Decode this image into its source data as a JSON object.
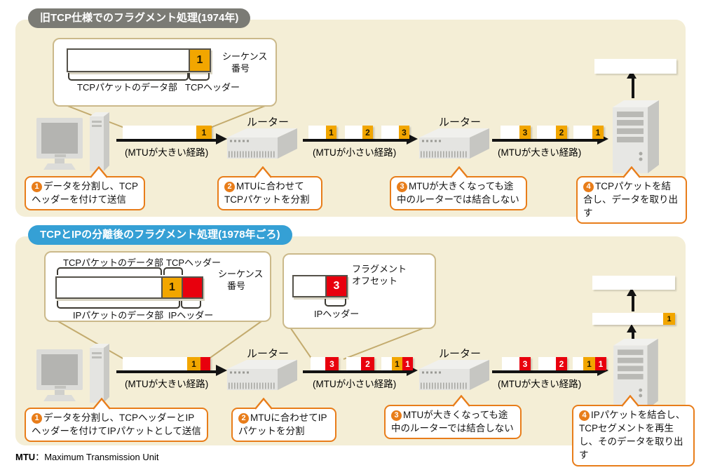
{
  "footnote": {
    "term": "MTU",
    "separator": "：",
    "definition": "Maximum Transmission Unit"
  },
  "colors": {
    "panel_bg": "#f4eed6",
    "tcp_header_orange": "#f2a600",
    "ip_header_red": "#e8000d",
    "callout_orange": "#e87d1a",
    "title1_gray": "#7b7b75",
    "title2_blue": "#35a0d5",
    "connector_tan": "#c3ab6e"
  },
  "p1": {
    "title": "旧TCP仕様でのフラグメント処理(1974年)",
    "inset": {
      "seq_value": "1",
      "seq_label": [
        "シーケンス",
        "番号"
      ],
      "data_label": "TCPパケットのデータ部",
      "header_label": "TCPヘッダー"
    },
    "router1": "ルーター",
    "router2": "ルーター",
    "route_big1": "(MTUが大きい経路)",
    "route_small": "(MTUが小さい経路)",
    "route_big2": "(MTUが大きい経路)",
    "wire1_seq": "1",
    "wire2_seqs": [
      "1",
      "2",
      "3"
    ],
    "wire3_seqs": [
      "3",
      "2",
      "1"
    ],
    "callouts": [
      {
        "num": "1",
        "text": "データを分割し、TCPヘッダーを付けて送信"
      },
      {
        "num": "2",
        "text": "MTUに合わせてTCPパケットを分割"
      },
      {
        "num": "3",
        "text": "MTUが大きくなっても途中のルーターでは結合しない"
      },
      {
        "num": "4",
        "text": "TCPパケットを結合し、データを取り出す"
      }
    ]
  },
  "p2": {
    "title": "TCPとIPの分離後のフラグメント処理(1978年ごろ)",
    "insetA": {
      "tcp_data_label": "TCPパケットのデータ部",
      "tcp_header_label": "TCPヘッダー",
      "seq_label": [
        "シーケンス",
        "番号"
      ],
      "seq_value": "1",
      "ip_data_label": "IPパケットのデータ部",
      "ip_header_label": "IPヘッダー"
    },
    "insetB": {
      "offset_label": [
        "フラグメント",
        "オフセット"
      ],
      "offset_value": "3",
      "ip_header_label": "IPヘッダー"
    },
    "router1": "ルーター",
    "router2": "ルーター",
    "route_big1": "(MTUが大きい経路)",
    "route_small": "(MTUが小さい経路)",
    "route_big2": "(MTUが大きい経路)",
    "wire1_seq": "1",
    "wire2": [
      {
        "n": "3"
      },
      {
        "n": "2"
      },
      {
        "seq": "1",
        "off": "1"
      }
    ],
    "wire3": [
      {
        "n": "3"
      },
      {
        "n": "2"
      },
      {
        "seq": "1",
        "off": "1"
      }
    ],
    "reassembled_seq": "1",
    "callouts": [
      {
        "num": "1",
        "text": "データを分割し、TCPヘッダーとIPヘッダーを付けてIPパケットとして送信"
      },
      {
        "num": "2",
        "text": "MTUに合わせてIPパケットを分割"
      },
      {
        "num": "3",
        "text": "MTUが大きくなっても途中のルーターでは結合しない"
      },
      {
        "num": "4",
        "text": "IPパケットを結合し、TCPセグメントを再生し、そのデータを取り出す"
      }
    ]
  }
}
